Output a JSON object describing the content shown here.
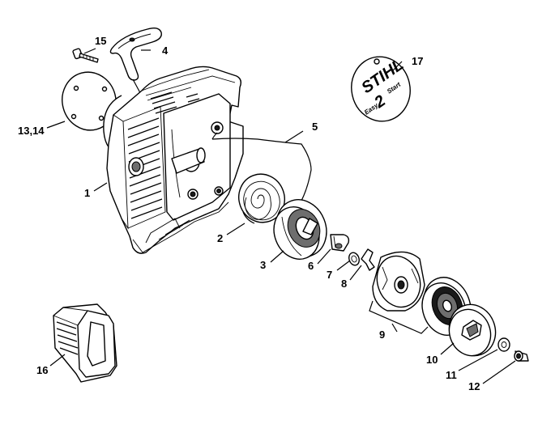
{
  "callouts": {
    "c1": "1",
    "c2": "2",
    "c3": "3",
    "c4": "4",
    "c5": "5",
    "c6": "6",
    "c7": "7",
    "c8": "8",
    "c9": "9",
    "c10": "10",
    "c11": "11",
    "c12": "12",
    "c13_14": "13,14",
    "c15": "15",
    "c16": "16",
    "c17": "17"
  },
  "decal": {
    "brand": "STIHL",
    "tagline_word1": "Easy",
    "tagline_number": "2",
    "tagline_word2": "Start"
  }
}
